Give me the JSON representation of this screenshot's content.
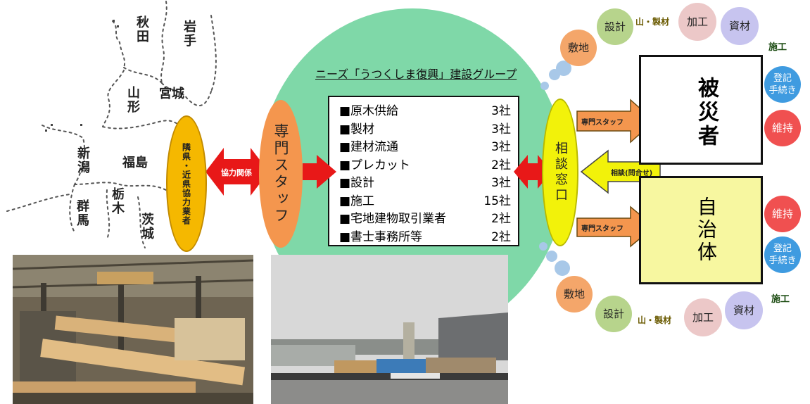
{
  "map": {
    "prefectures": [
      "秋田",
      "岩手",
      "山形",
      "宮城",
      "新潟",
      "福島",
      "群馬",
      "栃木",
      "茨城"
    ]
  },
  "partner": {
    "label": "隣県・近県協力業者",
    "relation_label": "協力関係"
  },
  "staff": {
    "label": "専門スタッフ"
  },
  "group": {
    "title": "ニーズ「うつくしま復興」建設グループ",
    "members": [
      {
        "name": "■原木供給",
        "count": "3社"
      },
      {
        "name": "■製材",
        "count": "3社"
      },
      {
        "name": "■建材流通",
        "count": "3社"
      },
      {
        "name": "■プレカット",
        "count": "2社"
      },
      {
        "name": "■設計",
        "count": "3社"
      },
      {
        "name": "■施工",
        "count": "15社"
      },
      {
        "name": "■宅地建物取引業者",
        "count": "2社"
      },
      {
        "name": "■書士事務所等",
        "count": "2社"
      }
    ]
  },
  "consult": {
    "label": "相談窓口",
    "arrow_top": "専門スタッフ",
    "arrow_mid": "相談(問合せ)",
    "arrow_bottom": "専門スタッフ"
  },
  "victims": {
    "label": "被災者"
  },
  "municipality": {
    "label": "自治体"
  },
  "top_flow": {
    "site": "敷地",
    "design": "設計",
    "timber": "山・製材",
    "processing": "加工",
    "materials": "資材",
    "construction": "施工",
    "registration": "登記\n手続き",
    "maintenance": "維持"
  },
  "bottom_flow": {
    "site": "敷地",
    "design": "設計",
    "timber": "山・製材",
    "processing": "加工",
    "materials": "資材",
    "construction": "施工",
    "registration": "登記\n手続き",
    "maintenance": "維持"
  },
  "colors": {
    "circle": "#7fd8a8",
    "arrow_red": "#e81818",
    "arrow_orange": "#f4964e",
    "arrow_yellow": "#f2f20a",
    "partner": "#f5b800"
  }
}
